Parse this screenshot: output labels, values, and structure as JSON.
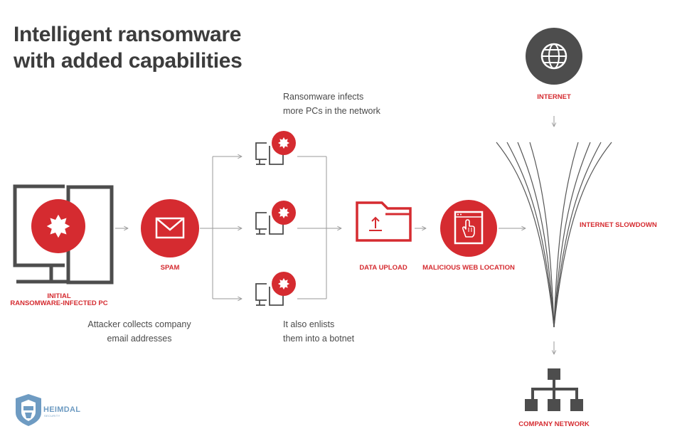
{
  "title": {
    "line1": "Intelligent ransomware",
    "line2": "with added capabilities"
  },
  "labels": {
    "initial_pc_line1": "INITIAL",
    "initial_pc_line2": "RANSOMWARE-INFECTED PC",
    "spam": "SPAM",
    "data_upload": "DATA UPLOAD",
    "malicious_web_location": "MALICIOUS WEB LOCATION",
    "internet": "INTERNET",
    "internet_slowdown": "INTERNET SLOWDOWN",
    "company_network": "COMPANY NETWORK"
  },
  "notes": {
    "collect_line1": "Attacker collects company",
    "collect_line2": "email addresses",
    "infects_line1": "Ransomware infects",
    "infects_line2": "more PCs in the network",
    "botnet_line1": "It also enlists",
    "botnet_line2": "them into a botnet"
  },
  "logo": {
    "name": "HEIMDAL",
    "sub": "SECURITY"
  },
  "icons": [
    "infected-pc-icon",
    "burst-icon",
    "envelope-icon",
    "desktop-pc-icon",
    "folder-upload-icon",
    "browser-hand-icon",
    "globe-icon",
    "network-hierarchy-icon",
    "shield-helmet-icon"
  ],
  "colors": {
    "accent": "#d52b30",
    "dark_gray": "#4d4d4d",
    "line_gray": "#9a9a9a",
    "logo_blue": "#6e9bc2"
  }
}
